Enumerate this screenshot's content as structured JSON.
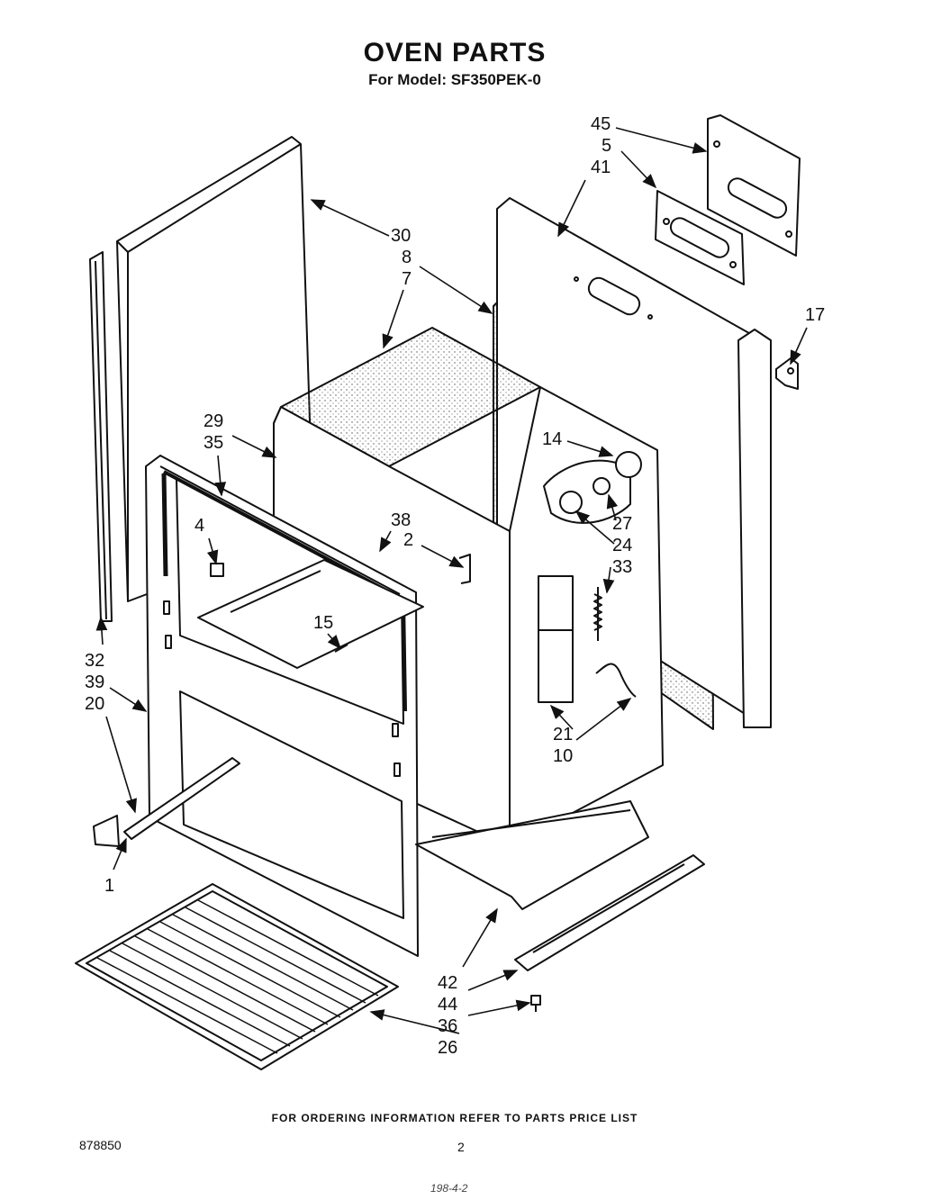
{
  "header": {
    "title": "OVEN PARTS",
    "subtitle": "For Model: SF350PEK-0"
  },
  "callouts": {
    "c45": "45",
    "c5": "5",
    "c41": "41",
    "c30": "30",
    "c8": "8",
    "c7": "7",
    "c17": "17",
    "c29": "29",
    "c35": "35",
    "c14": "14",
    "c27": "27",
    "c24": "24",
    "c33": "33",
    "c4": "4",
    "c38": "38",
    "c2": "2",
    "c15": "15",
    "c32": "32",
    "c39": "39",
    "c20": "20",
    "c21": "21",
    "c10": "10",
    "c1": "1",
    "c42": "42",
    "c44": "44",
    "c36": "36",
    "c26": "26"
  },
  "footer": {
    "ordering_note": "FOR ORDERING INFORMATION REFER TO PARTS PRICE LIST",
    "doc_number": "878850",
    "page_number": "2",
    "handwritten_note": "198-4-2"
  }
}
